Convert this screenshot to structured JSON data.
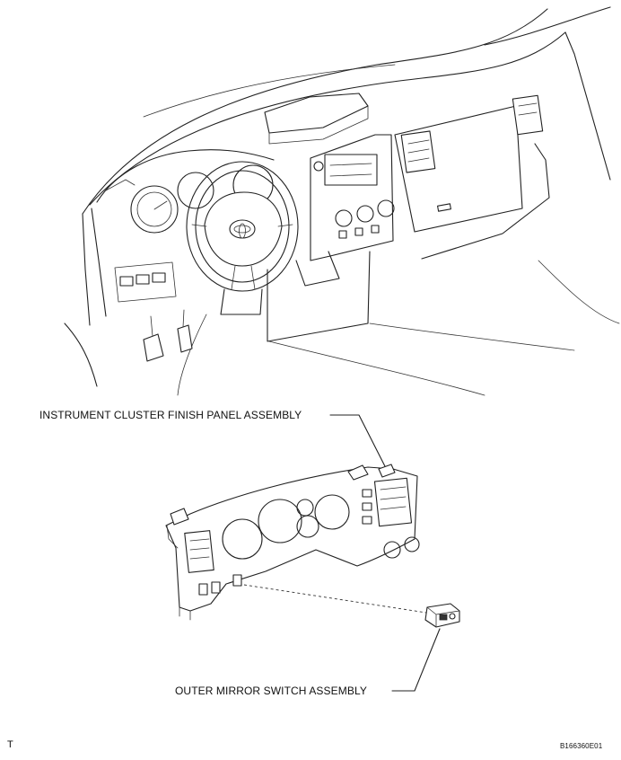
{
  "labels": {
    "cluster_panel": "INSTRUMENT CLUSTER FINISH PANEL ASSEMBLY",
    "mirror_switch": "OUTER MIRROR SWITCH ASSEMBLY",
    "corner_mark": "T",
    "figure_code": "B166360E01"
  },
  "icons": {
    "brand_emblem": "toyota-emblem-icon"
  }
}
